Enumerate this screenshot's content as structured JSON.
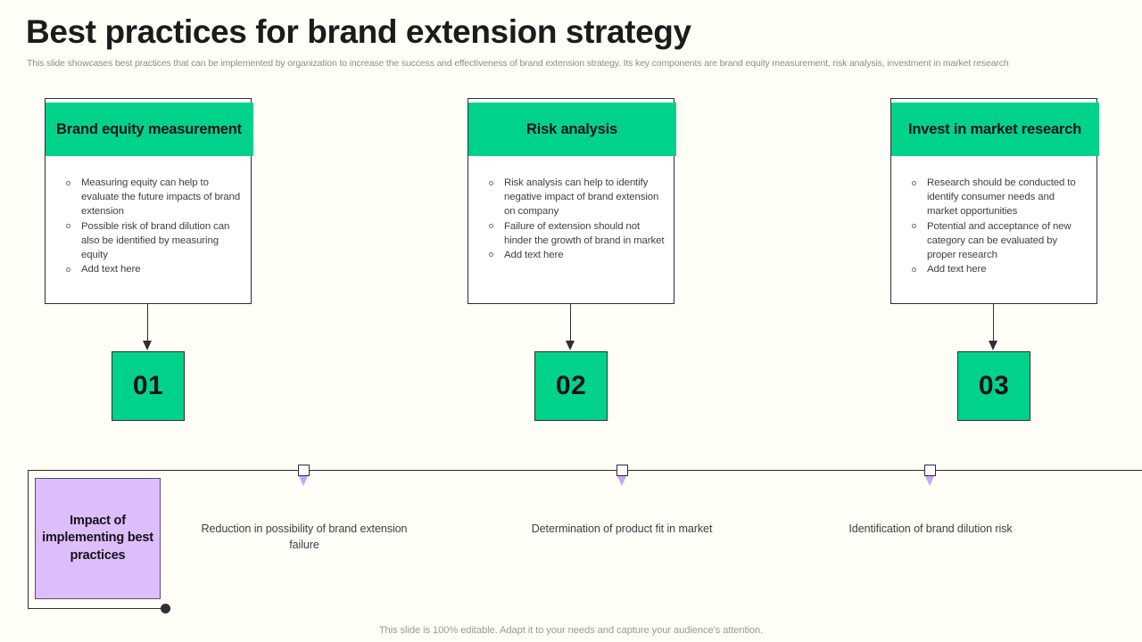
{
  "colors": {
    "background": "#fffff8",
    "accent_green": "#00d28c",
    "accent_purple": "#dcbefb",
    "marker_purple": "#c9a3f7",
    "ink": "#2e2e33",
    "muted_text": "#8d8d88"
  },
  "header": {
    "title": "Best practices for brand extension strategy",
    "subtitle": "This slide showcases best practices that can be implemented by organization to increase the success and effectiveness of brand extension strategy. Its key components are brand equity measurement, risk analysis, investment in market research"
  },
  "cards": [
    {
      "title": "Brand equity measurement",
      "bullets": [
        "Measuring equity can help to evaluate the future impacts of brand extension",
        "Possible risk of brand dilution can also be identified by measuring equity",
        "Add text here"
      ],
      "number": "01"
    },
    {
      "title": "Risk analysis",
      "bullets": [
        "Risk analysis can help to identify negative impact of brand extension on company",
        "Failure of extension should not hinder the growth of brand in market",
        "Add text here"
      ],
      "number": "02"
    },
    {
      "title": "Invest in market research",
      "bullets": [
        "Research should be conducted to identify consumer needs and market opportunities",
        "Potential and acceptance of new category can be evaluated by proper research",
        "Add text here"
      ],
      "number": "03"
    }
  ],
  "impact": {
    "label": "Impact of implementing best practices"
  },
  "timeline": {
    "labels": [
      "Reduction in possibility of brand extension failure",
      "Determination of product fit in market",
      "Identification of brand dilution risk"
    ]
  },
  "footer": {
    "note": "This slide is 100% editable. Adapt it to your needs and capture your audience's attention."
  }
}
